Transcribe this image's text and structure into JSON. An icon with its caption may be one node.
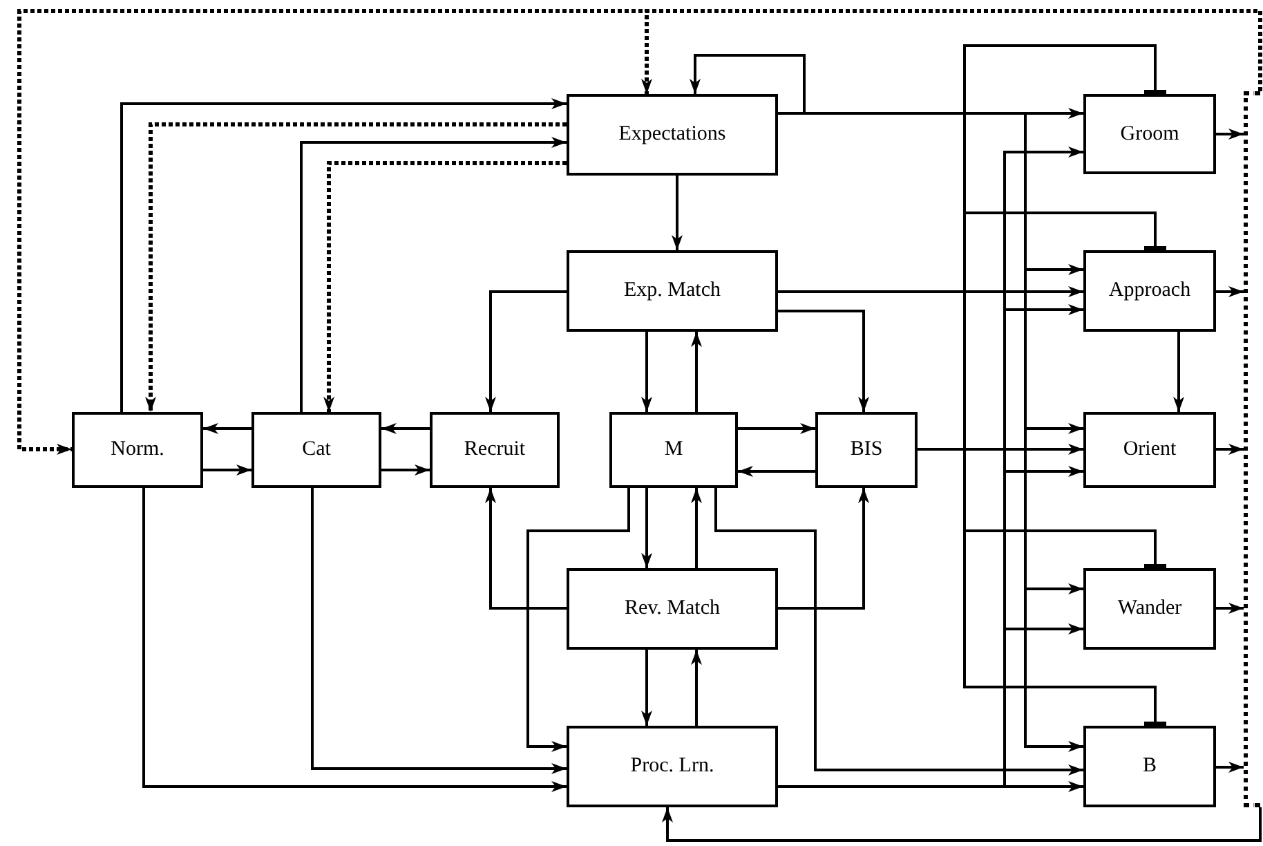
{
  "diagram": {
    "nodes": [
      {
        "text": [
          "Expectations"
        ]
      },
      {
        "text": [
          "Exp. Match"
        ]
      },
      {
        "text": [
          "Norm."
        ]
      },
      {
        "text": [
          "Cat"
        ]
      },
      {
        "text": [
          "Recruit"
        ]
      },
      {
        "text": [
          "M"
        ]
      },
      {
        "text": [
          "BIS"
        ]
      },
      {
        "text": [
          "Rev. Match"
        ]
      },
      {
        "text": [
          "Proc. Lrn."
        ]
      },
      {
        "text": [
          "Groom"
        ]
      },
      {
        "text": [
          "Approach"
        ]
      },
      {
        "text": [
          "Orient"
        ]
      },
      {
        "text": [
          "Wander"
        ]
      },
      {
        "text": [
          "B"
        ]
      },
      {
        "text": [],
        "shape": "box"
      }
    ],
    "edges": [
      {
        "from": 2,
        "to": 0,
        "arrow": "to"
      },
      {
        "from": 0,
        "to": 2,
        "arrow": "to",
        "style": "dashed"
      },
      {
        "from": 3,
        "to": 0,
        "arrow": "to"
      },
      {
        "from": 0,
        "to": 3,
        "arrow": "to",
        "style": "dashed"
      },
      {
        "from": 0,
        "to": 0,
        "arrow": "to"
      },
      {
        "from": 0,
        "to": 1,
        "arrow": "to"
      },
      {
        "from": 0,
        "to": 9,
        "arrow": "to"
      },
      {
        "from": 1,
        "to": 4,
        "arrow": "to"
      },
      {
        "from": 1,
        "to": 5,
        "arrow": "to"
      },
      {
        "from": 5,
        "to": 1,
        "arrow": "to"
      },
      {
        "from": 1,
        "to": 6,
        "arrow": "to"
      },
      {
        "from": 1,
        "to": 10,
        "arrow": "to"
      },
      {
        "from": 2,
        "to": 3,
        "arrow": "to"
      },
      {
        "from": 3,
        "to": 2,
        "arrow": "to"
      },
      {
        "from": 3,
        "to": 4,
        "arrow": "to"
      },
      {
        "from": 4,
        "to": 3,
        "arrow": "to"
      },
      {
        "from": 5,
        "to": 6,
        "arrow": "to"
      },
      {
        "from": 6,
        "to": 5,
        "arrow": "to"
      },
      {
        "from": 6,
        "to": 11,
        "arrow": "to"
      },
      {
        "from": 5,
        "to": 7,
        "arrow": "to"
      },
      {
        "from": 7,
        "to": 5,
        "arrow": "to"
      },
      {
        "from": 5,
        "to": 8,
        "arrow": "to"
      },
      {
        "from": 5,
        "to": 13,
        "arrow": "to"
      },
      {
        "from": 7,
        "to": 4,
        "arrow": "to"
      },
      {
        "from": 7,
        "to": 6,
        "arrow": "to"
      },
      {
        "from": 7,
        "to": 8,
        "arrow": "to"
      },
      {
        "from": 8,
        "to": 7,
        "arrow": "to"
      },
      {
        "from": 3,
        "to": 8,
        "arrow": "to"
      },
      {
        "from": 2,
        "to": 8,
        "arrow": "to"
      },
      {
        "from": 8,
        "to": 13,
        "arrow": "to"
      },
      {
        "from": 6,
        "to": 9,
        "arrow": "other"
      },
      {
        "from": 6,
        "to": 10,
        "arrow": "other"
      },
      {
        "from": 6,
        "to": 12,
        "arrow": "other"
      },
      {
        "from": 6,
        "to": 13,
        "arrow": "other"
      },
      {
        "from": 0,
        "to": 10,
        "arrow": "to"
      },
      {
        "from": 0,
        "to": 11,
        "arrow": "to"
      },
      {
        "from": 0,
        "to": 12,
        "arrow": "to"
      },
      {
        "from": 0,
        "to": 13,
        "arrow": "to"
      },
      {
        "from": 8,
        "to": 9,
        "arrow": "to"
      },
      {
        "from": 8,
        "to": 10,
        "arrow": "to"
      },
      {
        "from": 8,
        "to": 11,
        "arrow": "to"
      },
      {
        "from": 8,
        "to": 12,
        "arrow": "to"
      },
      {
        "from": 10,
        "to": 11,
        "arrow": "to"
      },
      {
        "from": 9,
        "to": 14,
        "arrow": "to"
      },
      {
        "from": 10,
        "to": 14,
        "arrow": "to"
      },
      {
        "from": 11,
        "to": 14,
        "arrow": "to"
      },
      {
        "from": 12,
        "to": 14,
        "arrow": "to"
      },
      {
        "from": 13,
        "to": 14,
        "arrow": "to"
      },
      {
        "from": 14,
        "to": 8,
        "arrow": "to"
      },
      {
        "from": 14,
        "to": 2,
        "arrow": "to",
        "style": "dashed"
      },
      {
        "from": 14,
        "to": 0,
        "arrow": "to",
        "style": "dashed"
      }
    ]
  }
}
